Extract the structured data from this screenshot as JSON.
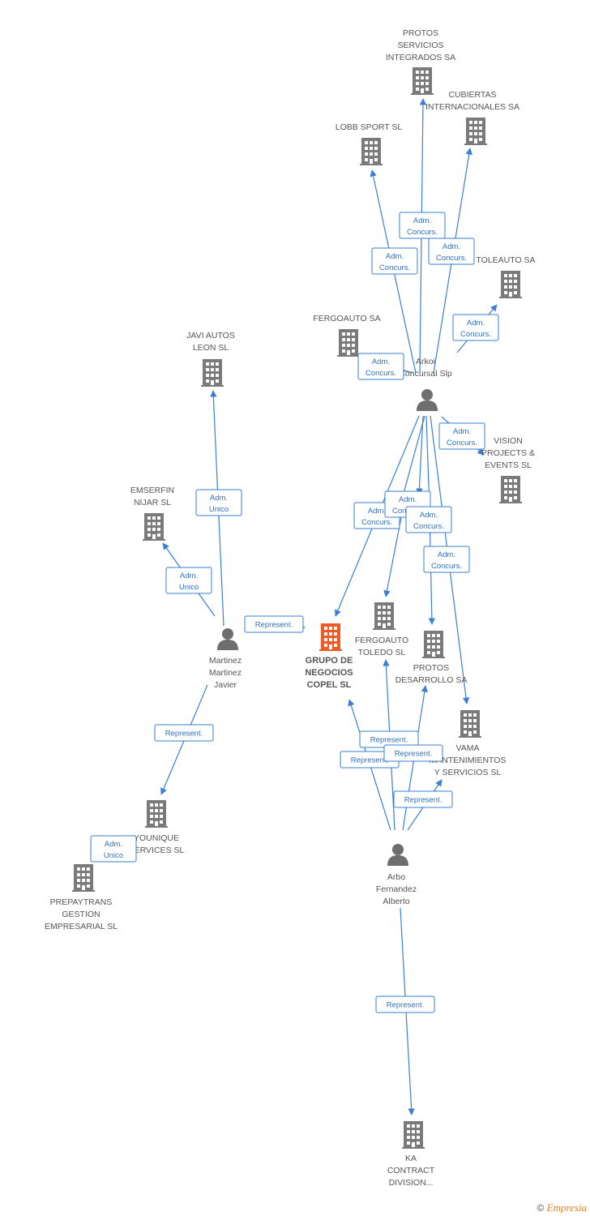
{
  "colors": {
    "edge": "#3a7fd5",
    "company": "#7a7a7a",
    "main_company": "#ee5a24",
    "person": "#6e6e6e"
  },
  "nodes": [
    {
      "id": "protos_servicios",
      "type": "company",
      "lines": [
        "PROTOS",
        "SERVICIOS",
        "INTEGRADOS SA"
      ]
    },
    {
      "id": "cubiertas",
      "type": "company",
      "lines": [
        "CUBIERTAS",
        "INTERNACIONALES SA"
      ]
    },
    {
      "id": "lobb",
      "type": "company",
      "lines": [
        "LOBB SPORT SL"
      ]
    },
    {
      "id": "toleauto",
      "type": "company",
      "lines": [
        "TOLEAUTO SA"
      ]
    },
    {
      "id": "fergoauto_sa",
      "type": "company",
      "lines": [
        "FERGOAUTO SA"
      ]
    },
    {
      "id": "arkoi",
      "type": "person",
      "lines": [
        "Arkoi",
        "Concursal Slp"
      ]
    },
    {
      "id": "vision",
      "type": "company",
      "lines": [
        "VISION",
        "PROJECTS &",
        "EVENTS SL"
      ]
    },
    {
      "id": "javi",
      "type": "company",
      "lines": [
        "JAVI AUTOS",
        "LEON SL"
      ]
    },
    {
      "id": "emserfin",
      "type": "company",
      "lines": [
        "EMSERFIN",
        "NIJAR SL"
      ]
    },
    {
      "id": "martinez",
      "type": "person",
      "lines": [
        "Martinez",
        "Martinez",
        "Javier"
      ]
    },
    {
      "id": "grupo",
      "type": "main",
      "lines": [
        "GRUPO DE",
        "NEGOCIOS",
        "COPEL SL"
      ]
    },
    {
      "id": "fergoauto_toledo",
      "type": "company",
      "lines": [
        "FERGOAUTO",
        "TOLEDO SL"
      ]
    },
    {
      "id": "protos_desarrollo",
      "type": "company",
      "lines": [
        "PROTOS",
        "DESARROLLO SA"
      ]
    },
    {
      "id": "vama",
      "type": "company",
      "lines": [
        "VAMA",
        "MANTENIMIENTOS",
        "Y SERVICIOS SL"
      ]
    },
    {
      "id": "younique",
      "type": "company",
      "lines": [
        "YOUNIQUE",
        "SERVICES SL"
      ]
    },
    {
      "id": "prepaytrans",
      "type": "company",
      "lines": [
        "PREPAYTRANS",
        "GESTION",
        "EMPRESARIAL SL"
      ]
    },
    {
      "id": "arbo",
      "type": "person",
      "lines": [
        "Arbo",
        "Fernandez",
        "Alberto"
      ]
    },
    {
      "id": "ka",
      "type": "company",
      "lines": [
        "KA",
        "CONTRACT",
        "DIVISION..."
      ]
    }
  ],
  "edges": [
    {
      "label": [
        "Adm.",
        "Concurs."
      ]
    },
    {
      "label": [
        "Adm.",
        "Concurs."
      ]
    },
    {
      "label": [
        "Adm.",
        "Concurs."
      ]
    },
    {
      "label": [
        "Adm.",
        "Concurs."
      ]
    },
    {
      "label": [
        "Adm.",
        "Concurs."
      ]
    },
    {
      "label": [
        "Adm.",
        "Concurs."
      ]
    },
    {
      "label": [
        "Adm.",
        "Concurs."
      ]
    },
    {
      "label": [
        "Adm.",
        "Concurs."
      ]
    },
    {
      "label": [
        "Adm.",
        "Concurs."
      ]
    },
    {
      "label": [
        "Adm.",
        "Concurs."
      ]
    },
    {
      "label": [
        "Adm.",
        "Concurs."
      ]
    },
    {
      "label": [
        "Adm.",
        "Unico"
      ]
    },
    {
      "label": [
        "Adm.",
        "Unico"
      ]
    },
    {
      "label": [
        "Represent."
      ]
    },
    {
      "label": [
        "Represent."
      ]
    },
    {
      "label": [
        "Adm.",
        "Unico"
      ]
    },
    {
      "label": [
        "Represent."
      ]
    },
    {
      "label": [
        "Represent."
      ]
    },
    {
      "label": [
        "Represent."
      ]
    },
    {
      "label": [
        "Represent."
      ]
    },
    {
      "label": [
        "Represent."
      ]
    }
  ],
  "footer": {
    "copyright": "©",
    "brand": "Empresia"
  }
}
